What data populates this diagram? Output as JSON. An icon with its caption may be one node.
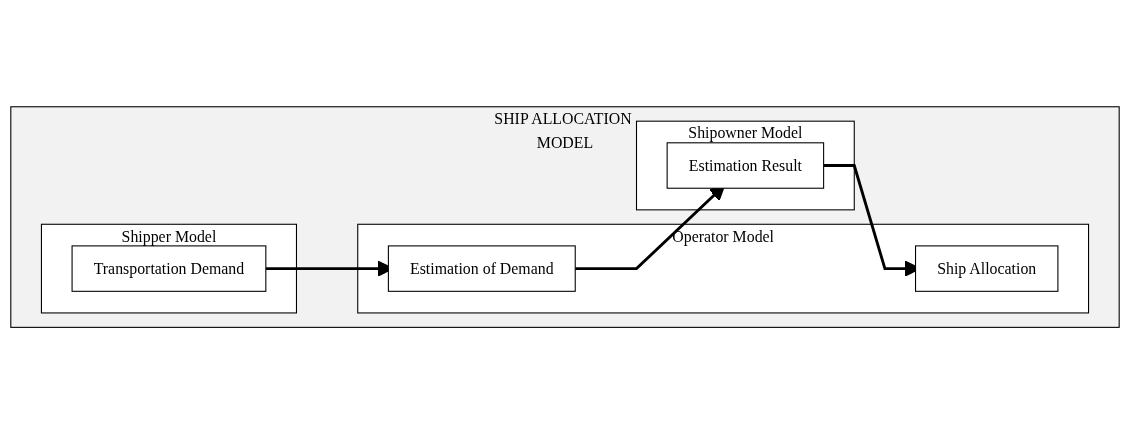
{
  "diagram": {
    "nodes": [
      {
        "text": [
          "SHIP ALLOCATION MODEL"
        ]
      },
      {
        "text": [
          "Shipper Model"
        ],
        "in": 0
      },
      {
        "text": [
          "Operator Model"
        ],
        "in": 0
      },
      {
        "text": [
          "Shipowner Model"
        ],
        "in": 0
      },
      {
        "text": [
          "Transportation Demand"
        ],
        "in": 1
      },
      {
        "text": [
          "Estimation of Demand"
        ],
        "in": 2
      },
      {
        "text": [
          "Estimation Result"
        ],
        "in": 3
      },
      {
        "text": [
          "Ship Allocation"
        ],
        "in": 2
      }
    ],
    "edges": [
      {
        "from": 4,
        "to": 5,
        "arrow": "to"
      },
      {
        "from": 5,
        "to": 6,
        "arrow": "to"
      },
      {
        "from": 6,
        "to": 7,
        "arrow": "to"
      }
    ]
  }
}
